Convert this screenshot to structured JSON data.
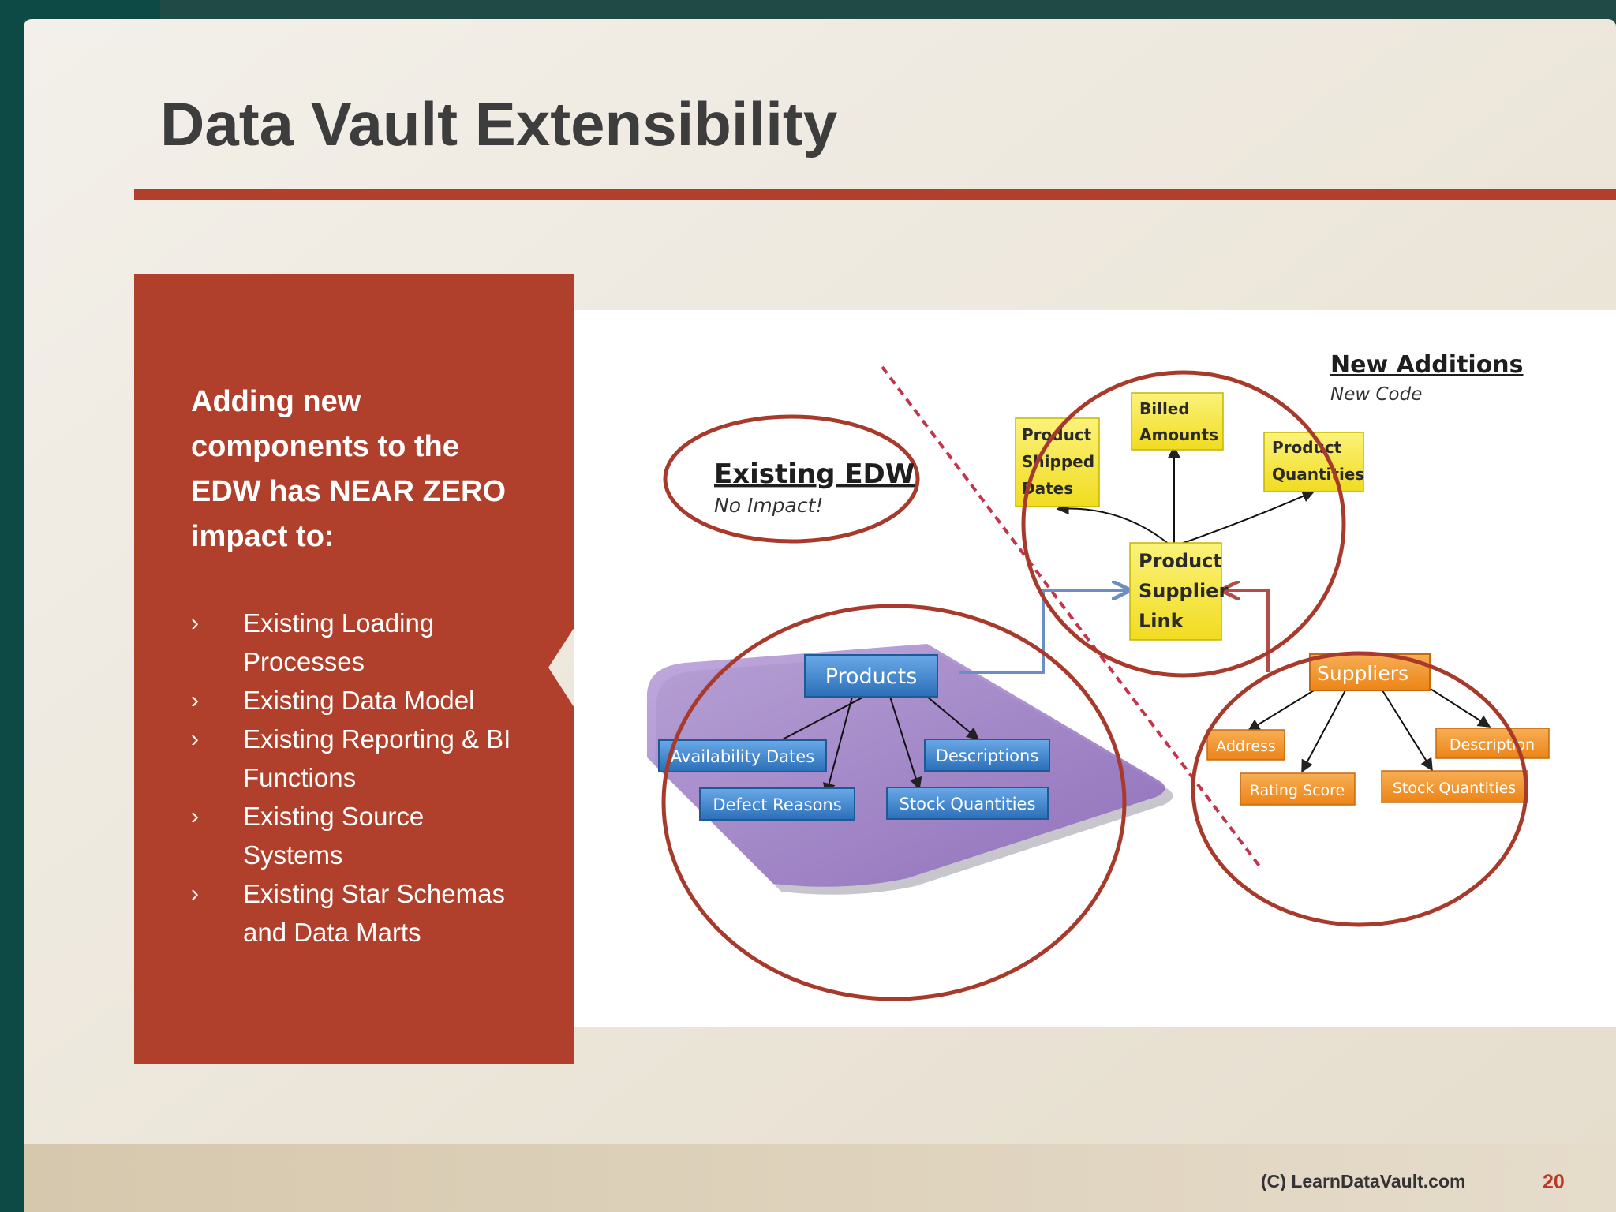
{
  "slide": {
    "title": "Data Vault Extensibility",
    "side_heading": "Adding new components to the EDW has NEAR ZERO impact to:",
    "bullets": [
      "Existing Loading Processes",
      "Existing Data Model",
      "Existing Reporting & BI Functions",
      "Existing Source Systems",
      "Existing Star Schemas and Data Marts"
    ],
    "bullet_icon": "chevron-right-icon",
    "footer": {
      "copyright": "(C) LearnDataVault.com",
      "page_number": "20"
    }
  },
  "diagram": {
    "existing_label": {
      "title": "Existing EDW",
      "subtitle": "No Impact!"
    },
    "new_label": {
      "title": "New Additions",
      "subtitle": "New Code"
    },
    "hub_products": "Products",
    "products_children": [
      "Availability Dates",
      "Defect Reasons",
      "Descriptions",
      "Stock Quantities"
    ],
    "link": [
      "Product",
      "Supplier",
      "Link"
    ],
    "link_satellites": {
      "shipped": [
        "Product",
        "Shipped",
        "Dates"
      ],
      "billed": [
        "Billed",
        "Amounts"
      ],
      "quantities": [
        "Product",
        "Quantities"
      ]
    },
    "hub_suppliers": "Suppliers",
    "suppliers_children": [
      "Address",
      "Description",
      "Rating Score",
      "Stock Quantities"
    ],
    "colors": {
      "brand_red": "#b0402b",
      "dark_teal": "#0d4a45",
      "hub_blue": "#3d86d0",
      "satellite_yellow": "#f8ea3a",
      "supplier_orange": "#f3962c",
      "platform_purple": "#9a78c2"
    }
  }
}
